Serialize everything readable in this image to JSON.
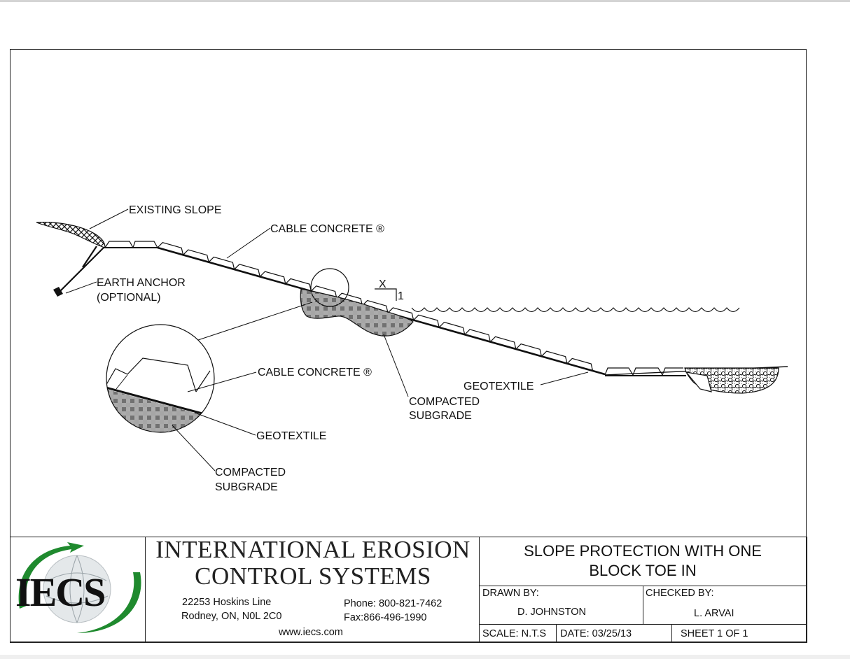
{
  "drawing": {
    "labels": {
      "existing_slope": "EXISTING SLOPE",
      "cable_concrete_main": "CABLE CONCRETE ®",
      "earth_anchor_1": "EARTH ANCHOR",
      "earth_anchor_2": "(OPTIONAL)",
      "slope_x": "X",
      "slope_1": "1",
      "cable_concrete_detail": "CABLE CONCRETE ®",
      "geotextile_main": "GEOTEXTILE",
      "geotextile_detail": "GEOTEXTILE",
      "compacted_main_1": "COMPACTED",
      "compacted_main_2": "SUBGRADE",
      "compacted_detail_1": "COMPACTED",
      "compacted_detail_2": "SUBGRADE"
    }
  },
  "title_block": {
    "logo_text": "IECS",
    "company_line1": "INTERNATIONAL EROSION",
    "company_line2": "CONTROL SYSTEMS",
    "address_line1": "22253 Hoskins Line",
    "address_line2": "Rodney, ON, N0L 2C0",
    "phone": "Phone: 800-821-7462",
    "fax": "Fax:866-496-1990",
    "website": "www.iecs.com",
    "title_line1": "SLOPE PROTECTION WITH ONE",
    "title_line2": "BLOCK TOE IN",
    "drawn_by_label": "DRAWN BY:",
    "drawn_by": "D. JOHNSTON",
    "checked_by_label": "CHECKED BY:",
    "checked_by": "L. ARVAI",
    "scale": "SCALE: N.T.S",
    "date": "DATE:   03/25/13",
    "sheet": "SHEET 1 OF 1"
  },
  "colors": {
    "line": "#111111",
    "logo_green": "#1f8a2e",
    "page_bg": "#ffffff"
  }
}
